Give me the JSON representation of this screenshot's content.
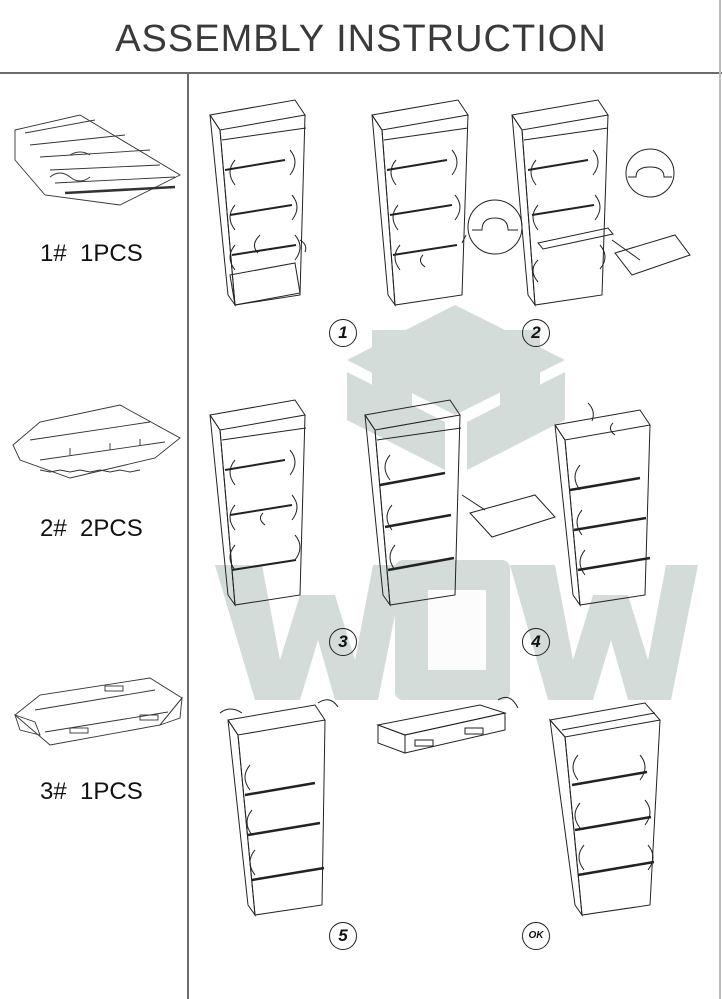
{
  "header": {
    "title": "ASSEMBLY   INSTRUCTION"
  },
  "parts": [
    {
      "label": "1#  1PCS"
    },
    {
      "label": "2#  2PCS"
    },
    {
      "label": "3#  1PCS"
    }
  ],
  "steps": [
    "1",
    "2",
    "3",
    "4",
    "5",
    "OK"
  ],
  "watermark": {
    "text": "WOW",
    "color": "#c9d3cf"
  }
}
